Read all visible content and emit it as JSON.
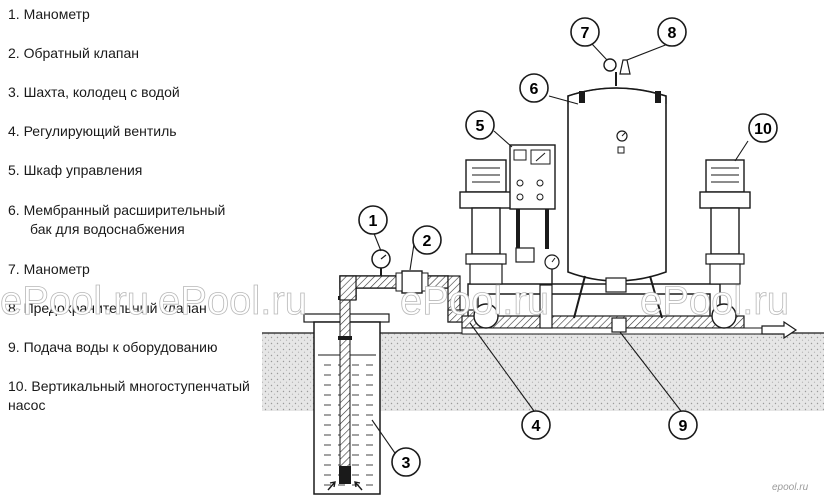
{
  "legend": [
    {
      "line1": "1. Манометр"
    },
    {
      "line1": "2. Обратный клапан"
    },
    {
      "line1": "3. Шахта, колодец с водой"
    },
    {
      "line1": "4. Регулирующий вентиль"
    },
    {
      "line1": "5. Шкаф управления"
    },
    {
      "line1": "6. Мембранный расширительный",
      "line2": "бак для водоснабжения"
    },
    {
      "line1": "7. Манометр"
    },
    {
      "line1": "8. Предохранительный клапан"
    },
    {
      "line1": "9. Подача воды к оборудованию"
    },
    {
      "line1": "10. Вертикальный многоступенчатый",
      "line2": "насос"
    }
  ],
  "callouts": [
    "1",
    "2",
    "3",
    "4",
    "5",
    "6",
    "7",
    "8",
    "9",
    "10"
  ],
  "watermark": "ePool.ru",
  "logo": "epool.ru",
  "colors": {
    "ink": "#1a1a1a",
    "ground": "#e4e4e4",
    "water": "#cfcfcf"
  }
}
